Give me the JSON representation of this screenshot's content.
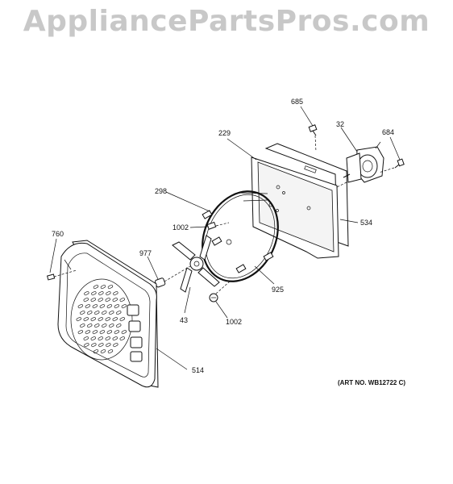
{
  "watermark": "AppliancePartsPros.com",
  "art_number": "(ART NO. WB12722 C)",
  "callouts": {
    "p685": "685",
    "p32": "32",
    "p684": "684",
    "p229": "229",
    "p298": "298",
    "p534": "534",
    "p1002a": "1002",
    "p760": "760",
    "p977": "977",
    "p925": "925",
    "p43": "43",
    "p1002b": "1002",
    "p514": "514"
  }
}
